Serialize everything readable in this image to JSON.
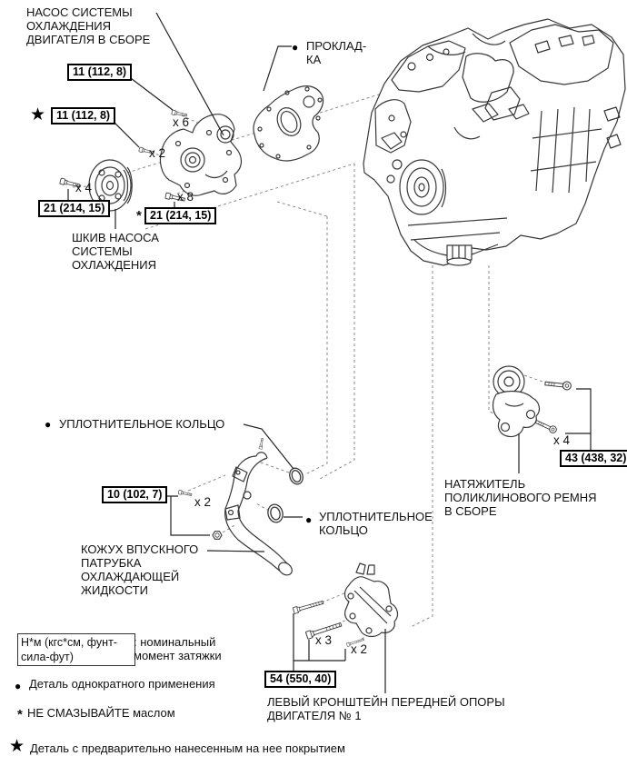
{
  "figure": {
    "parts": {
      "pump_label": "НАСОС СИСТЕМЫ\nОХЛАЖДЕНИЯ\nДВИГАТЕЛЯ В СБОРЕ",
      "gasket_label": "ПРОКЛАД-\nКА",
      "pulley_label": "ШКИВ НАСОСА\nСИСТЕМЫ\nОХЛАЖДЕНИЯ",
      "oring1_label": "УПЛОТНИТЕЛЬНОЕ КОЛЬЦО",
      "oring2_label": "УПЛОТНИТЕЛЬНОЕ\nКОЛЬЦО",
      "housing_label": "КОЖУХ ВПУСКНОГО\nПАТРУБКА\nОХЛАЖДАЮЩЕЙ\nЖИДКОСТИ",
      "tensioner_label": "НАТЯЖИТЕЛЬ\nПОЛИКЛИНОВОГО РЕМНЯ\nВ СБОРЕ",
      "bracket_label": "ЛЕВЫЙ КРОНШТЕЙН ПЕРЕДНЕЙ ОПОРЫ\nДВИГАТЕЛЯ № 1"
    },
    "torques": {
      "pump_bolt_short": "11 (112, 8)",
      "pump_bolt_stud": "11 (112, 8)",
      "pulley_bolt": "21 (214, 15)",
      "pump_bolt_long": "21 (214, 15)",
      "housing_bolt": "10 (102, 7)",
      "tensioner_bolt": "43 (438, 32)",
      "bracket_bolt": "54 (550, 40)"
    },
    "quantities": {
      "pump_short": "x 6",
      "pump_stud": "x 2",
      "pulley": "x 4",
      "pump_long": "x 8",
      "housing": "x 2",
      "tensioner": "x 4",
      "bracket_a": "x 3",
      "bracket_b": "x 2"
    },
    "symbols": {
      "star": "★",
      "bullet": "●",
      "asterisk": "*"
    },
    "legend": {
      "torque_box": "Н*м (кгс*см, фунт-сила-фут)",
      "torque_desc": ": номинальный\nмомент затяжки",
      "single_use": "Деталь однократного применения",
      "no_oil": "НЕ СМАЗЫВАЙТЕ маслом",
      "precoated": "Деталь с предварительно нанесенным на нее покрытием"
    }
  }
}
